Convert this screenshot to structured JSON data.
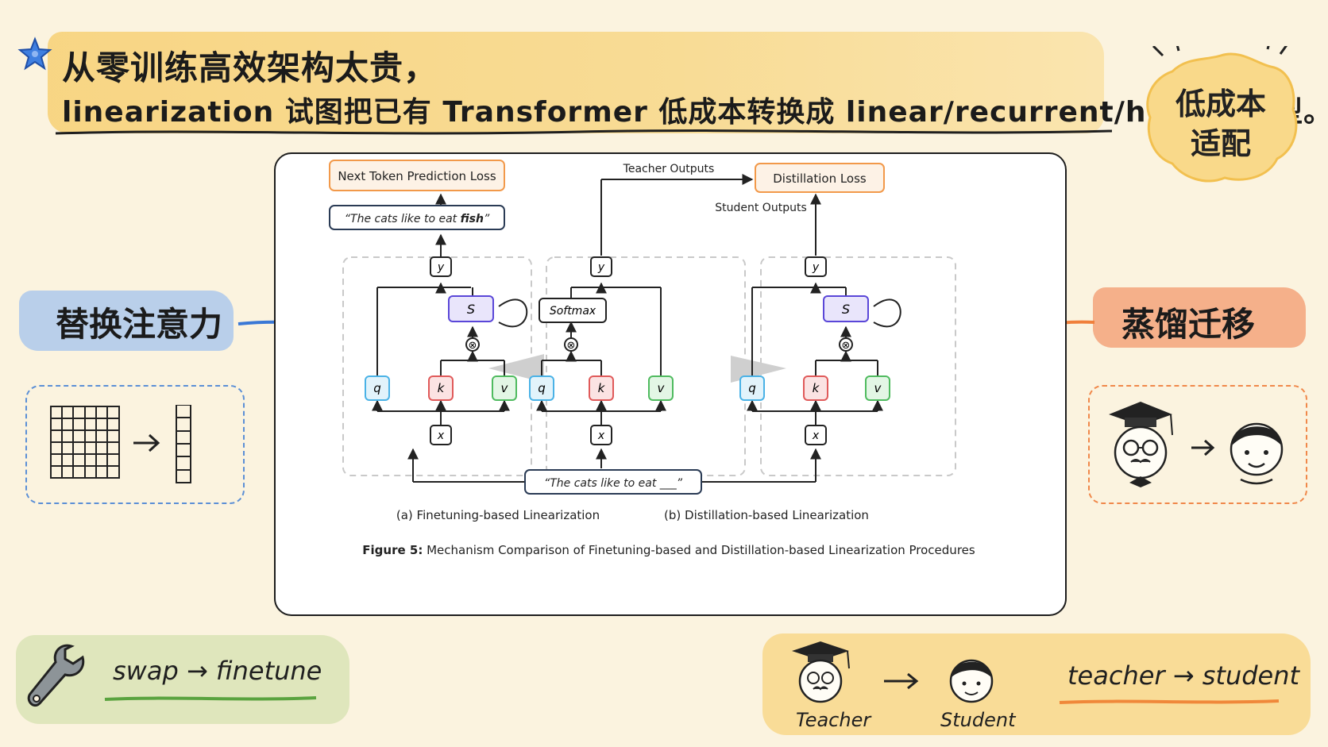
{
  "header": {
    "line1": "从零训练高效架构太贵，",
    "line2": "linearization 试图把已有 Transformer 低成本转换成 linear/recurrent/hybrid 模型。"
  },
  "badge": {
    "line1": "低成本",
    "line2": "适配"
  },
  "left_label": "替换注意力",
  "right_label": "蒸馏迁移",
  "figure": {
    "loss_ntp": "Next Token Prediction Loss",
    "output_text_prefix": "“The cats like to eat ",
    "output_text_bold": "fish",
    "output_text_suffix": "”",
    "teacher_outputs": "Teacher Outputs",
    "distill_loss": "Distillation Loss",
    "student_outputs": "Student Outputs",
    "input_text": "“The cats like to eat ___”",
    "softmax": "Softmax",
    "node_y": "y",
    "node_s": "S",
    "node_q": "q",
    "node_k": "k",
    "node_v": "v",
    "node_x": "x",
    "node_otimes": "⊗",
    "caption_a": "(a) Finetuning-based Linearization",
    "caption_b": "(b) Distillation-based Linearization",
    "caption_bold": "Figure 5:",
    "caption_text": " Mechanism Comparison of Finetuning-based and Distillation-based Linearization Procedures"
  },
  "bottom_left": {
    "from": "swap",
    "to": "finetune",
    "arrow": "→"
  },
  "bottom_right": {
    "teacher": "Teacher",
    "student": "Student",
    "from": "teacher",
    "to": "student",
    "arrow": "→"
  },
  "icons": [
    "star-icon",
    "matrix-grid-icon",
    "vector-column-icon",
    "teacher-face-icon",
    "student-face-icon",
    "wrench-icon"
  ],
  "colors": {
    "q": "#5fbde8",
    "k": "#e46a6a",
    "v": "#5cc46a",
    "s": "#6a5ce0",
    "loss": "#f2994a",
    "text_box": "#2a3b55"
  }
}
